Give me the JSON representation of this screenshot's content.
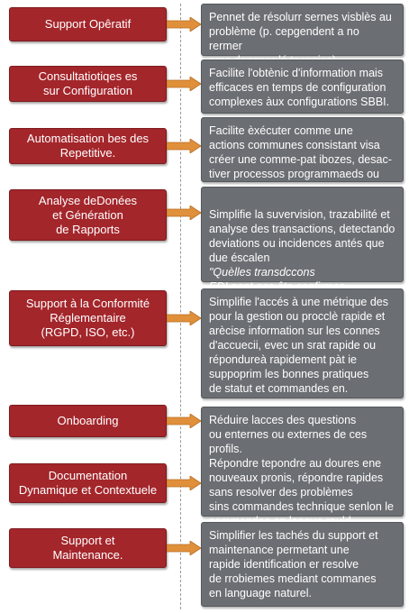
{
  "rows": [
    {
      "label": "Support Opêratif",
      "description": "Pennet de résolurr sernes visblès au\nproblème (p. cepgendent a no rermer\npras dengnor lé tecnnico)."
    },
    {
      "label": "Consultatiotiqes es\nsur Configuration",
      "description": "Facilite l'obtènic d'information mais\nefficaces en temps de configuration\ncomplexes àux configurations SBBI."
    },
    {
      "label": "Automatisation bes des\nRepetitive.",
      "description": "Facilite èxécuter comme une\nactions communes consistant visa\ncréer une comme-pat ibozes, desac-\ntiver processos programmaeds ou"
    },
    {
      "label": "Analyse deDonées\net Génération\nde Rapports",
      "description": "Simplifie la suvervision, trazabilité et\nanalyse des transactions, detectando\ndeviations ou incidences antés que\ndue éscalen",
      "description_italic": "\"Quèlles transdccons\nEDI nant pos ête confirmes\naujourd'hui?\""
    },
    {
      "label": "Support à la Conformité\nRéglementaire\n(RGPD, ISO, etc.)",
      "description": "Simplifie l'accés à une métrique des\npour la gestion ou procclè rapide et\narècise information sur les connes\nd'accuecii, evec un srat rapide ou\nrépondureà rapidement pàt ie\nsuppoprim les bonnes pratiques\nde statut et commandes en."
    },
    {
      "label": "Onboarding",
      "description": ""
    },
    {
      "label": "Documentation\nDynamique et Contextuele",
      "description": "Réduire lacces des questions\nou enternes ou externes de ces profils.\nRépondre tepondre au doures ene\nnouveaux pronis, répondre rapides\nsans resolver des problèmes\nsins commandes technique senlon le\ncommandes en langue rauld."
    },
    {
      "label": "Support et\nMaintenance.",
      "description": "Simplifier les tachés du support et\nmaintenance permetant une\nrapide identification er resolve\nde rrobiemes mediant commanes\nen language naturel."
    }
  ],
  "colors": {
    "label_bg": "#a3262b",
    "desc_bg": "#6b6e73",
    "arrow": "#e0903a"
  }
}
